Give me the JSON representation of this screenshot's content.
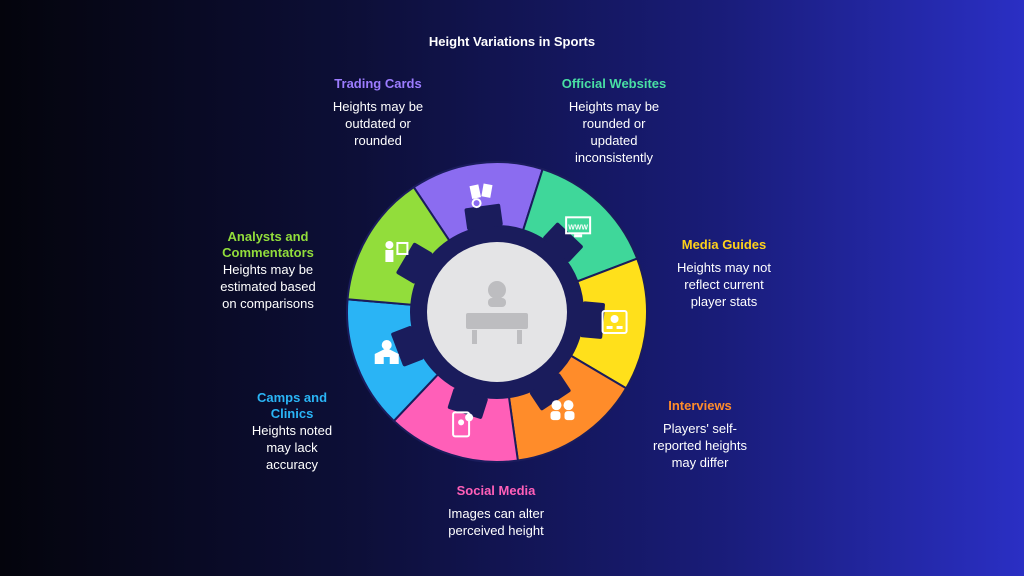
{
  "title": "Height Variations in Sports",
  "segments": [
    {
      "heading": "Trading Cards",
      "description": "Heights may be\noutdated or\nrounded",
      "color": "#8b6cf0",
      "icon": "trading-cards-icon"
    },
    {
      "heading": "Official Websites",
      "description": "Heights may be\nrounded or\nupdated\ninconsistently",
      "color": "#3fd79a",
      "icon": "website-icon"
    },
    {
      "heading": "Media Guides",
      "description": "Heights may not\nreflect current\nplayer stats",
      "color": "#ffe01b",
      "icon": "media-guide-icon"
    },
    {
      "heading": "Interviews",
      "description": "Players' self-\nreported heights\nmay differ",
      "color": "#ff8c2a",
      "icon": "interview-icon"
    },
    {
      "heading": "Social Media",
      "description": "Images can alter\nperceived height",
      "color": "#ff5fb8",
      "icon": "social-media-icon"
    },
    {
      "heading": "Camps and\nClinics",
      "description": "Heights noted\nmay lack\naccuracy",
      "color": "#2ab4f5",
      "icon": "camp-clinic-icon"
    },
    {
      "heading": "Analysts and\nCommentators",
      "description": "Heights may be\nestimated based\non comparisons",
      "color": "#92dd3b",
      "icon": "analyst-icon"
    }
  ],
  "center_icon": "athlete-measurement-icon"
}
